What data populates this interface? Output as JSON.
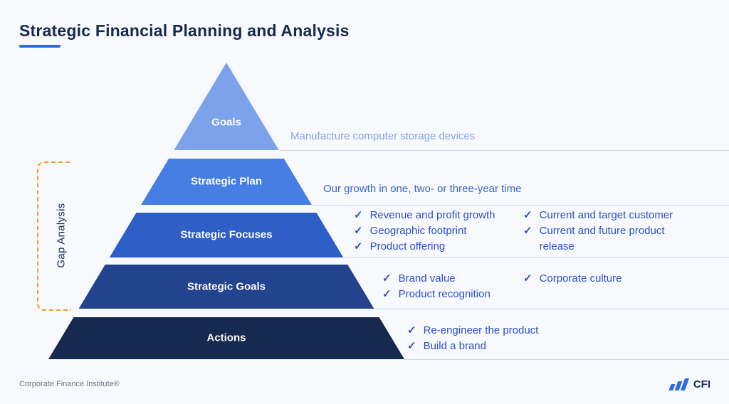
{
  "slide": {
    "title": "Strategic Financial Planning and Analysis",
    "footer_left": "Corporate Finance Institute®",
    "logo_text": "CFI",
    "gap_label": "Gap Analysis"
  },
  "icons": {
    "check": "✓"
  },
  "colors": {
    "accent": "#2D6AE3",
    "title_text": "#17294D",
    "annotation_blue": "#2A50C8",
    "goals_note_blue": "#84A3E6",
    "gap_bracket_orange": "#F59A23",
    "separator_line": "#CCD6E8"
  },
  "pyramid": {
    "levels": [
      {
        "label": "Goals",
        "color": "#7DA2EC"
      },
      {
        "label": "Strategic Plan",
        "color": "#477EE3"
      },
      {
        "label": "Strategic Focuses",
        "color": "#2E5FC7"
      },
      {
        "label": "Strategic Goals",
        "color": "#24438F"
      },
      {
        "label": "Actions",
        "color": "#16294E"
      }
    ]
  },
  "annotations": {
    "goals_note": "Manufacture computer storage devices",
    "plan_note": "Our growth in one, two- or three-year time",
    "focuses": {
      "col1": [
        "Revenue and profit growth",
        "Geographic footprint",
        "Product offering"
      ],
      "col2": [
        "Current and target customer",
        "Current and future product release"
      ]
    },
    "strategic_goals": {
      "col1": [
        "Brand value",
        "Product recognition"
      ],
      "col2": [
        "Corporate culture"
      ]
    },
    "actions": [
      "Re-engineer the product",
      "Build a brand"
    ]
  }
}
